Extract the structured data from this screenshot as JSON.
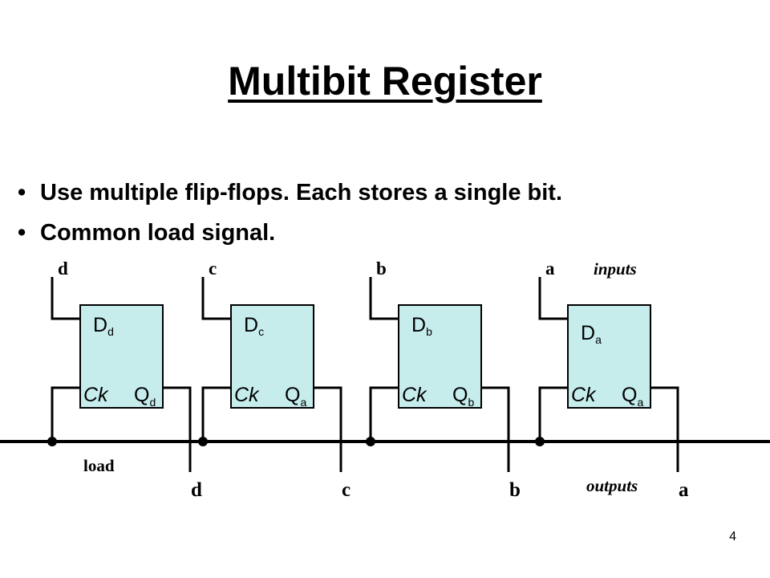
{
  "title": "Multibit Register",
  "bullets": [
    "Use multiple flip-flops.  Each stores a single bit.",
    "Common load signal."
  ],
  "bullet_glyph": "•",
  "labels": {
    "inputs": "inputs",
    "outputs": "outputs",
    "load": "load"
  },
  "colors": {
    "flipflop_fill": "#c6ecec"
  },
  "flipflops": [
    {
      "input": "d",
      "d_main": "D",
      "d_sub": "d",
      "ck": "Ck",
      "q_main": "Q",
      "q_sub": "d",
      "output": "d"
    },
    {
      "input": "c",
      "d_main": "D",
      "d_sub": "c",
      "ck": "Ck",
      "q_main": "Q",
      "q_sub": "a",
      "output": "c"
    },
    {
      "input": "b",
      "d_main": "D",
      "d_sub": "b",
      "ck": "Ck",
      "q_main": "Q",
      "q_sub": "b",
      "output": "b"
    },
    {
      "input": "a",
      "d_main": "D",
      "d_sub": "a",
      "ck": "Ck",
      "q_main": "Q",
      "q_sub": "a",
      "output": "a"
    }
  ],
  "page_number": "4"
}
